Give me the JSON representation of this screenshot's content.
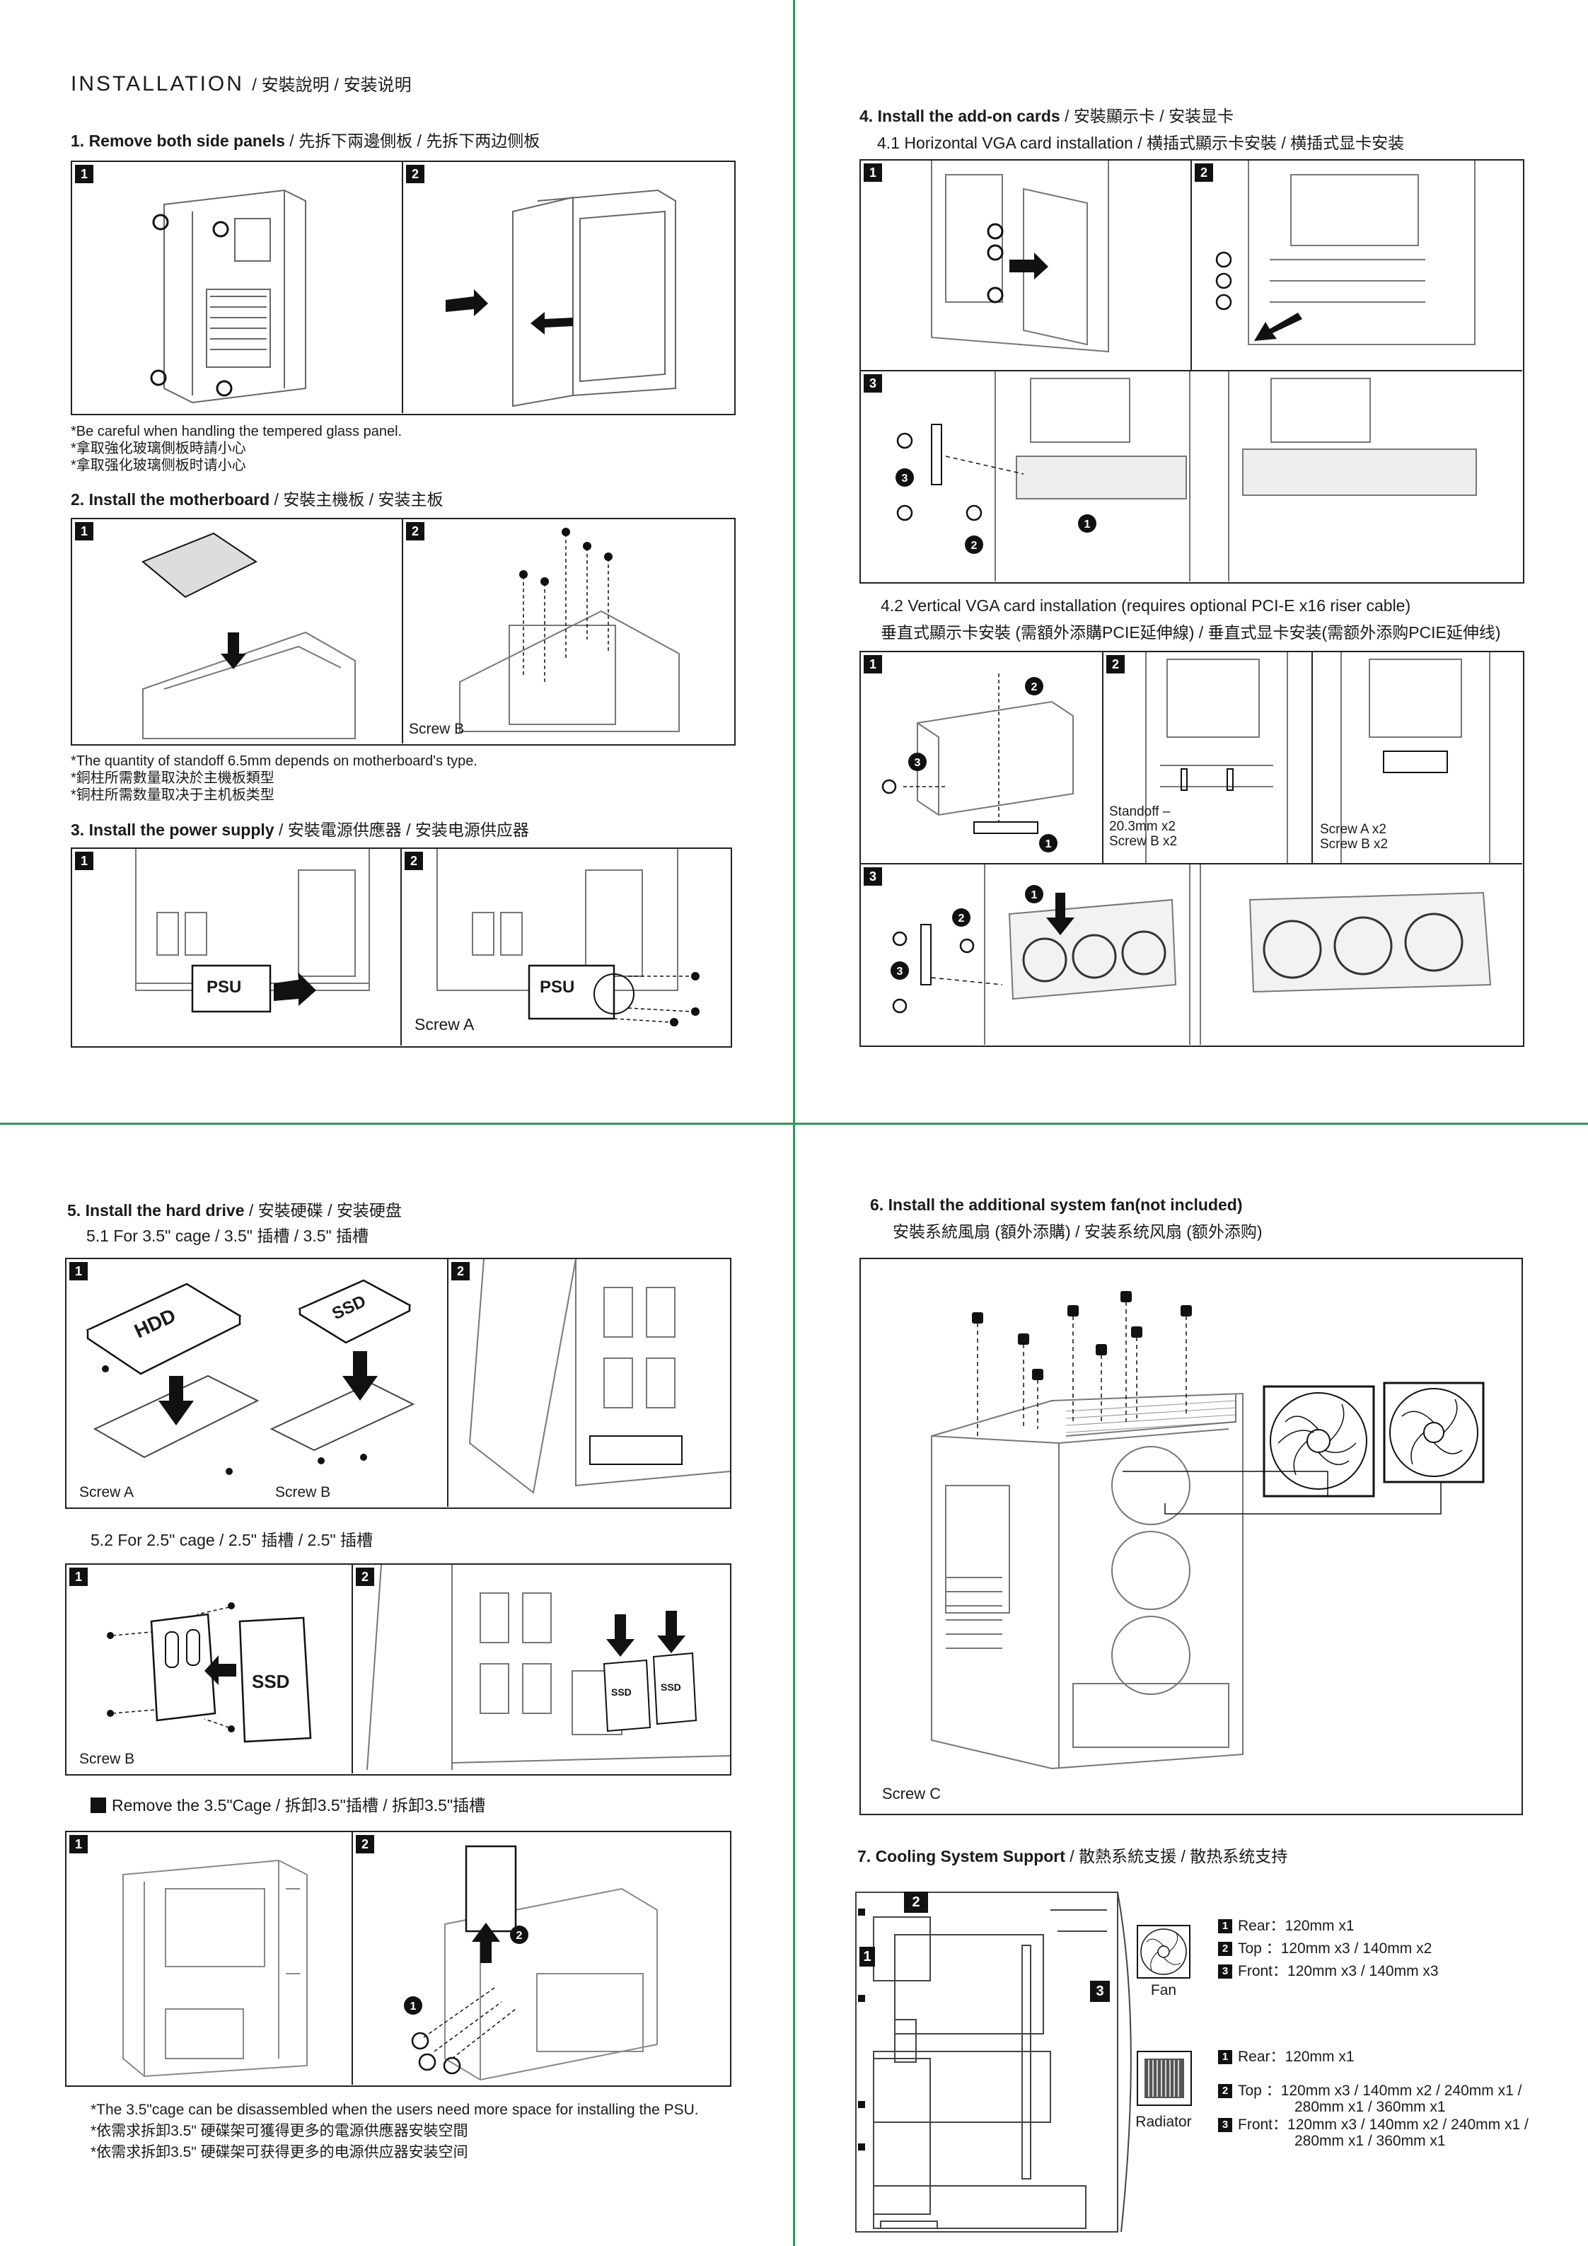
{
  "title": "INSTALLATION",
  "title_cn": "/ 安裝說明 / 安装说明",
  "s1": {
    "heading": "1.  Remove both side panels",
    "heading_cn": " / 先拆下兩邊側板 / 先拆下两边侧板",
    "notes": [
      "*Be careful when handling the tempered glass panel.",
      "*拿取強化玻璃側板時請小心",
      "*拿取强化玻璃侧板时请小心"
    ]
  },
  "s2": {
    "heading": "2.  Install the motherboard",
    "heading_cn": " / 安裝主機板 / 安装主板",
    "screw": "Screw B",
    "notes": [
      "*The quantity of standoff 6.5mm depends on motherboard's type.",
      "*銅柱所需數量取決於主機板類型",
      "*铜柱所需数量取决于主机板类型"
    ]
  },
  "s3": {
    "heading": "3.  Install the power supply",
    "heading_cn": " / 安裝電源供應器 / 安装电源供应器",
    "psu": "PSU",
    "screw": "Screw A"
  },
  "s4": {
    "heading": "4.  Install the add-on cards",
    "heading_cn": " / 安裝顯示卡 / 安装显卡",
    "h41": "4.1 Horizontal VGA card installation / 横插式顯示卡安裝 / 横插式显卡安装",
    "h42": "4.2 Vertical VGA card installation (requires optional PCI-E x16 riser cable)",
    "h42_cn": "垂直式顯示卡安裝 (需額外添購PCIE延伸線) / 垂直式显卡安装(需额外添购PCIE延伸线)",
    "standoff": [
      "Standoff –",
      "20.3mm x2",
      "Screw B x2"
    ],
    "screws": [
      "Screw A x2",
      "Screw B x2"
    ]
  },
  "s5": {
    "heading": "5. Install the hard drive",
    "heading_cn": " / 安裝硬碟 / 安装硬盘",
    "h51": "5.1 For 3.5\" cage /  3.5\" 插槽 /  3.5\" 插槽",
    "hdd": "HDD",
    "ssd": "SSD",
    "screwA": "Screw A",
    "screwB": "Screw B",
    "h52": "5.2 For 2.5\" cage / 2.5\" 插槽 /  2.5\" 插槽",
    "remove": "Remove the 3.5\"Cage / 拆卸3.5\"插槽 / 拆卸3.5\"插槽",
    "notes": [
      "*The 3.5\"cage can be disassembled when the users need more space for installing the PSU.",
      "*依需求拆卸3.5\" 硬碟架可獲得更多的電源供應器安裝空間",
      "*依需求拆卸3.5\" 硬碟架可获得更多的电源供应器安装空间"
    ]
  },
  "s6": {
    "heading": "6.  Install the additional system fan(not included)",
    "heading_cn": "安裝系統風扇 (額外添購)  / 安装系统风扇 (额外添购)",
    "screw": "Screw C"
  },
  "s7": {
    "heading": "7.  Cooling System Support",
    "heading_cn": " / 散熱系統支援 / 散热系统支持",
    "fan_label": "Fan",
    "radiator_label": "Radiator",
    "fan_rows": [
      {
        "n": "1",
        "text": "Rear：120mm x1"
      },
      {
        "n": "2",
        "text": "Top  ：120mm x3 / 140mm x2"
      },
      {
        "n": "3",
        "text": "Front：120mm x3 / 140mm x3"
      }
    ],
    "rad_rows": [
      {
        "n": "1",
        "text": "Rear：120mm x1"
      },
      {
        "n": "2",
        "text": "Top  ：120mm x3 / 140mm x2 / 240mm x1 /",
        "text2": "280mm x1 / 360mm x1"
      },
      {
        "n": "3",
        "text": "Front：120mm x3 / 140mm x2 / 240mm x1 /",
        "text2": "280mm x1 / 360mm x1"
      }
    ]
  },
  "step_numbers": [
    "1",
    "2",
    "3"
  ]
}
